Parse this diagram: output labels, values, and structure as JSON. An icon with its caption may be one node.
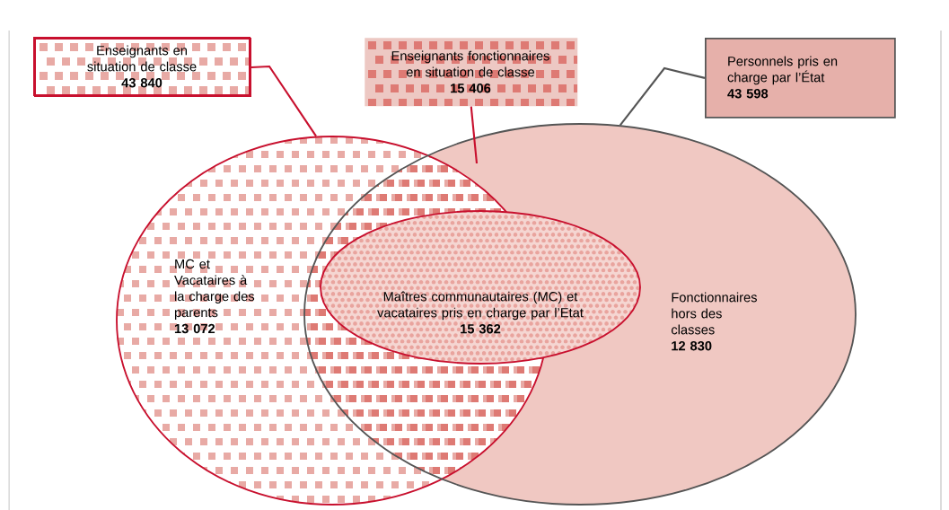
{
  "diagram": {
    "nodes": [
      {
        "text": [
          "Enseignants en situation de classe",
          "43 840"
        ]
      },
      {
        "text": [
          "Enseignants fonctionnaires en situation de classe",
          "15 406"
        ]
      },
      {
        "text": [
          "Personnels pris en charge par l’État",
          "43 598"
        ]
      },
      {
        "text": [
          "MC et Vacataires à la charge des parents",
          "13 072"
        ]
      },
      {
        "text": [
          "Fonctionnaires hors des classes",
          "12 830"
        ]
      },
      {
        "text": [
          "Maîtres communautaires (MC) et vacataires pris en charge par l’Etat",
          "15 362"
        ],
        "in": 4
      }
    ],
    "edges": [
      {
        "from": 0,
        "to": 3,
        "arrow": "none"
      },
      {
        "from": 1,
        "to": 4,
        "arrow": "none"
      },
      {
        "from": 2,
        "to": 4,
        "arrow": "none",
        "color": "#555555"
      }
    ]
  }
}
